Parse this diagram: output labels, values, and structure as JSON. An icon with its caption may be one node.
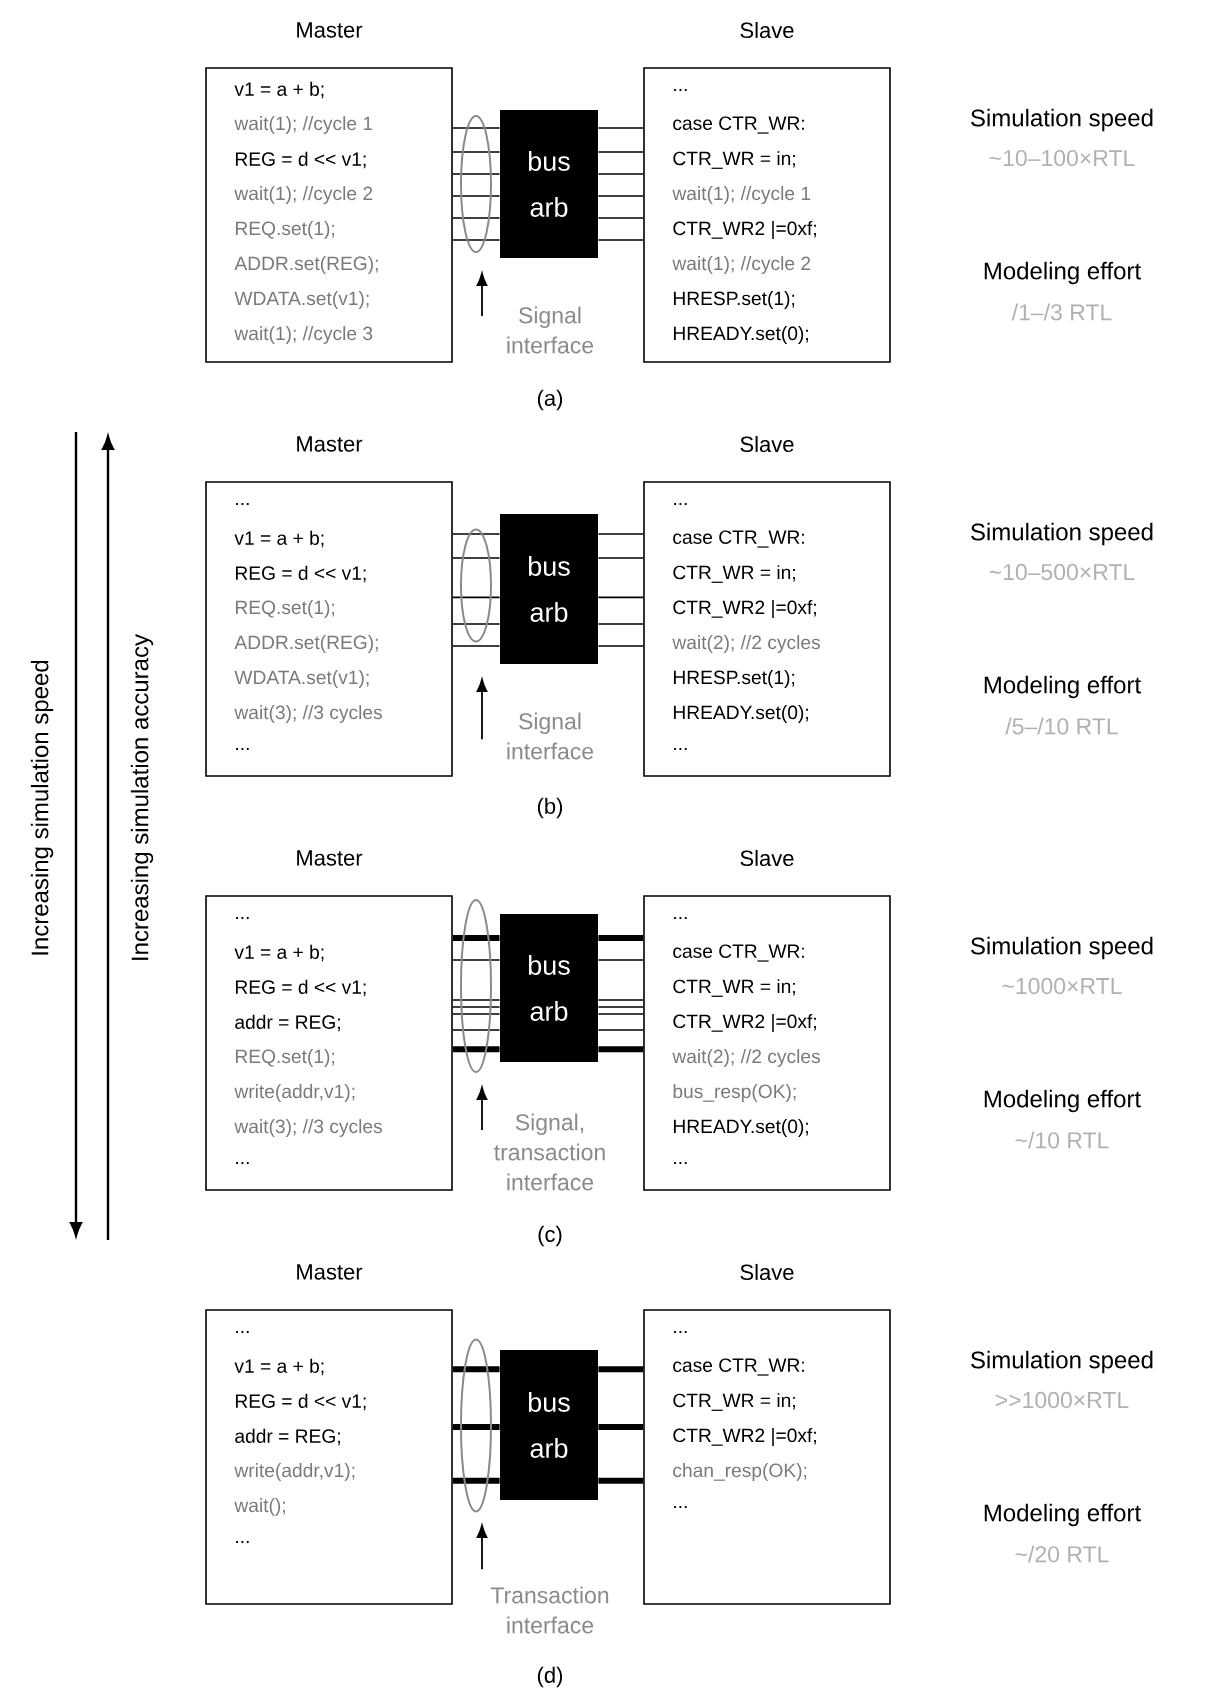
{
  "diagram": {
    "nodes": [
      {
        "text": [
          "Master",
          "v1 = a + b;",
          "wait(1); //cycle 1",
          "REG = d << v1;",
          "wait(1); //cycle 2",
          "REQ.set(1);",
          "ADDR.set(REG);",
          "WDATA.set(v1);",
          "wait(1); //cycle 3"
        ]
      },
      {
        "text": [
          "bus arb"
        ]
      },
      {
        "text": [
          "Slave",
          "...",
          "case CTR_WR:",
          "CTR_WR = in;",
          "wait(1); //cycle 1",
          "CTR_WR2 |=0xf;",
          "wait(1); //cycle 2",
          "HRESP.set(1);",
          "HREADY.set(0);"
        ]
      },
      {
        "text": [
          "Signal interface"
        ]
      },
      {
        "text": [
          "Master",
          "...",
          "v1 = a + b;",
          "REG = d << v1;",
          "REQ.set(1);",
          "ADDR.set(REG);",
          "WDATA.set(v1);",
          "wait(3); //3 cycles",
          "..."
        ]
      },
      {
        "text": [
          "bus arb"
        ]
      },
      {
        "text": [
          "Slave",
          "...",
          "case CTR_WR:",
          "CTR_WR = in;",
          "CTR_WR2 |=0xf;",
          "wait(2); //2 cycles",
          "HRESP.set(1);",
          "HREADY.set(0);",
          "..."
        ]
      },
      {
        "text": [
          "Signal interface"
        ]
      },
      {
        "text": [
          "Master",
          "...",
          "v1 = a + b;",
          "REG = d << v1;",
          "addr = REG;",
          "REQ.set(1);",
          "write(addr,v1);",
          "wait(3); //3 cycles",
          "..."
        ]
      },
      {
        "text": [
          "bus arb"
        ]
      },
      {
        "text": [
          "Slave",
          "...",
          "case CTR_WR:",
          "CTR_WR = in;",
          "CTR_WR2 |=0xf;",
          "wait(2); //2 cycles",
          "bus_resp(OK);",
          "HREADY.set(0);",
          "..."
        ]
      },
      {
        "text": [
          "Signal, transaction interface"
        ]
      },
      {
        "text": [
          "Master",
          "...",
          "v1 = a + b;",
          "REG = d << v1;",
          "addr = REG;",
          "write(addr,v1);",
          "wait();",
          "..."
        ]
      },
      {
        "text": [
          "bus arb"
        ]
      },
      {
        "text": [
          "Slave",
          "...",
          "case CTR_WR:",
          "CTR_WR = in;",
          "CTR_WR2 |=0xf;",
          "chan_resp(OK);",
          "..."
        ]
      },
      {
        "text": [
          "Transaction interface"
        ]
      }
    ],
    "edges": [
      {
        "from": 0,
        "to": 1,
        "arrow": "none"
      },
      {
        "from": 0,
        "to": 1,
        "arrow": "none"
      },
      {
        "from": 0,
        "to": 1,
        "arrow": "none"
      },
      {
        "from": 0,
        "to": 1,
        "arrow": "none"
      },
      {
        "from": 0,
        "to": 1,
        "arrow": "none"
      },
      {
        "from": 0,
        "to": 1,
        "arrow": "none"
      },
      {
        "from": 1,
        "to": 2,
        "arrow": "none"
      },
      {
        "from": 1,
        "to": 2,
        "arrow": "none"
      },
      {
        "from": 1,
        "to": 2,
        "arrow": "none"
      },
      {
        "from": 1,
        "to": 2,
        "arrow": "none"
      },
      {
        "from": 1,
        "to": 2,
        "arrow": "none"
      },
      {
        "from": 1,
        "to": 2,
        "arrow": "none"
      },
      {
        "from": 3,
        "to": null,
        "arrow": "to"
      },
      {
        "from": 4,
        "to": 5,
        "arrow": "none"
      },
      {
        "from": 4,
        "to": 5,
        "arrow": "none"
      },
      {
        "from": 4,
        "to": 5,
        "arrow": "none"
      },
      {
        "from": 4,
        "to": 5,
        "arrow": "none"
      },
      {
        "from": 4,
        "to": 5,
        "arrow": "none"
      },
      {
        "from": 5,
        "to": 6,
        "arrow": "none"
      },
      {
        "from": 5,
        "to": 6,
        "arrow": "none"
      },
      {
        "from": 5,
        "to": 6,
        "arrow": "none"
      },
      {
        "from": 5,
        "to": 6,
        "arrow": "none"
      },
      {
        "from": 5,
        "to": 6,
        "arrow": "none"
      },
      {
        "from": 7,
        "to": null,
        "arrow": "to"
      },
      {
        "from": 8,
        "to": 9,
        "arrow": "none",
        "style": "thick"
      },
      {
        "from": 8,
        "to": 9,
        "arrow": "none"
      },
      {
        "from": 8,
        "to": 9,
        "arrow": "none"
      },
      {
        "from": 8,
        "to": 9,
        "arrow": "none"
      },
      {
        "from": 8,
        "to": 9,
        "arrow": "none"
      },
      {
        "from": 8,
        "to": 9,
        "arrow": "none"
      },
      {
        "from": 8,
        "to": 9,
        "arrow": "none",
        "style": "thick"
      },
      {
        "from": 9,
        "to": 10,
        "arrow": "none",
        "style": "thick"
      },
      {
        "from": 9,
        "to": 10,
        "arrow": "none"
      },
      {
        "from": 9,
        "to": 10,
        "arrow": "none"
      },
      {
        "from": 9,
        "to": 10,
        "arrow": "none"
      },
      {
        "from": 9,
        "to": 10,
        "arrow": "none"
      },
      {
        "from": 9,
        "to": 10,
        "arrow": "none"
      },
      {
        "from": 9,
        "to": 10,
        "arrow": "none",
        "style": "thick"
      },
      {
        "from": 11,
        "to": null,
        "arrow": "to"
      },
      {
        "from": 12,
        "to": 13,
        "arrow": "none",
        "style": "thick"
      },
      {
        "from": 12,
        "to": 13,
        "arrow": "none",
        "style": "thick"
      },
      {
        "from": 12,
        "to": 13,
        "arrow": "none",
        "style": "thick"
      },
      {
        "from": 13,
        "to": 14,
        "arrow": "none",
        "style": "thick"
      },
      {
        "from": 13,
        "to": 14,
        "arrow": "none",
        "style": "thick"
      },
      {
        "from": 13,
        "to": 14,
        "arrow": "none",
        "style": "thick"
      },
      {
        "from": 15,
        "to": null,
        "arrow": "to"
      }
    ],
    "labels": [
      "Simulation speed",
      "~10–100×RTL",
      "Modeling effort",
      "/1–/3 RTL",
      "(a)",
      "Increasing simulation speed",
      "Increasing simulation accuracy",
      "Simulation speed",
      "~10–500×RTL",
      "Modeling effort",
      "/5–/10 RTL",
      "(b)",
      "Simulation speed",
      "~1000×RTL",
      "Modeling effort",
      "~/10 RTL",
      "(c)",
      "Simulation speed",
      ">>1000×RTL",
      "Modeling effort",
      "~/20 RTL",
      "(d)"
    ]
  }
}
